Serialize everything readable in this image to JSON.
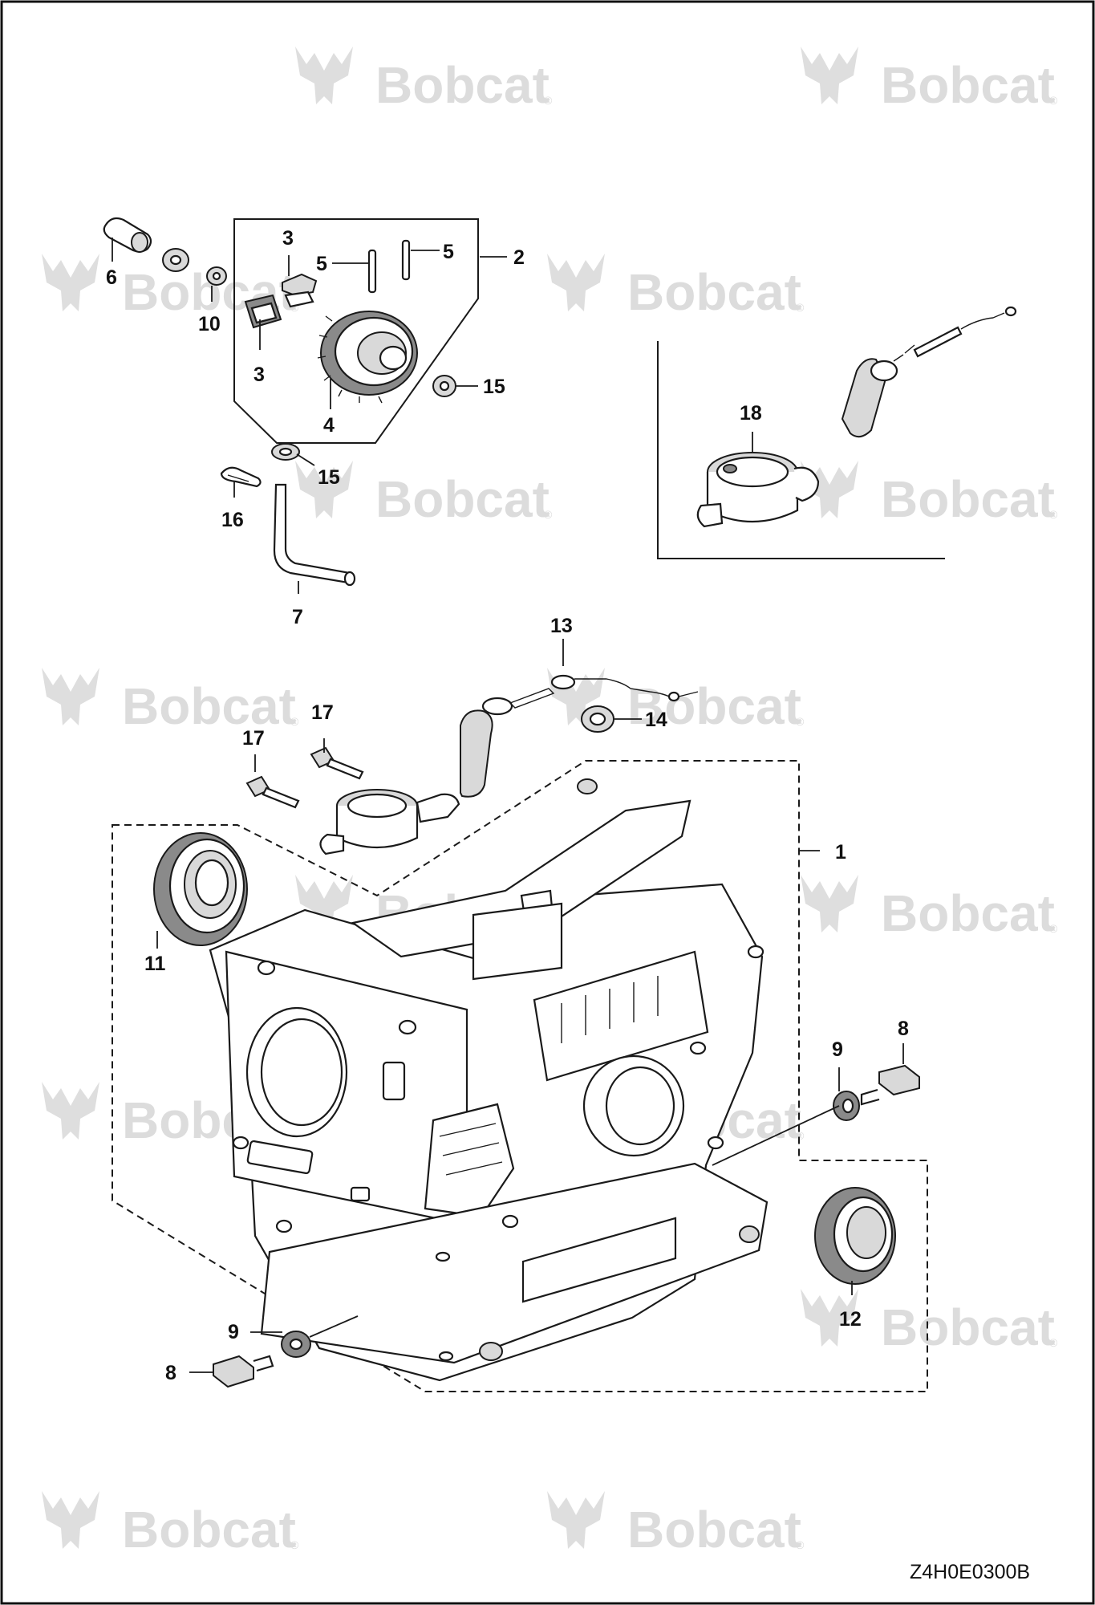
{
  "watermark": {
    "brand": "Bobcat",
    "mark": "®"
  },
  "callouts": {
    "c1": "1",
    "c2": "2",
    "c3a": "3",
    "c3b": "3",
    "c4": "4",
    "c5a": "5",
    "c5b": "5",
    "c6": "6",
    "c7": "7",
    "c8a": "8",
    "c8b": "8",
    "c9a": "9",
    "c9b": "9",
    "c10": "10",
    "c11": "11",
    "c12": "12",
    "c13": "13",
    "c14": "14",
    "c15a": "15",
    "c15b": "15",
    "c16": "16",
    "c17a": "17",
    "c17b": "17",
    "c18": "18"
  },
  "drawing_code": "Z4H0E0300B"
}
